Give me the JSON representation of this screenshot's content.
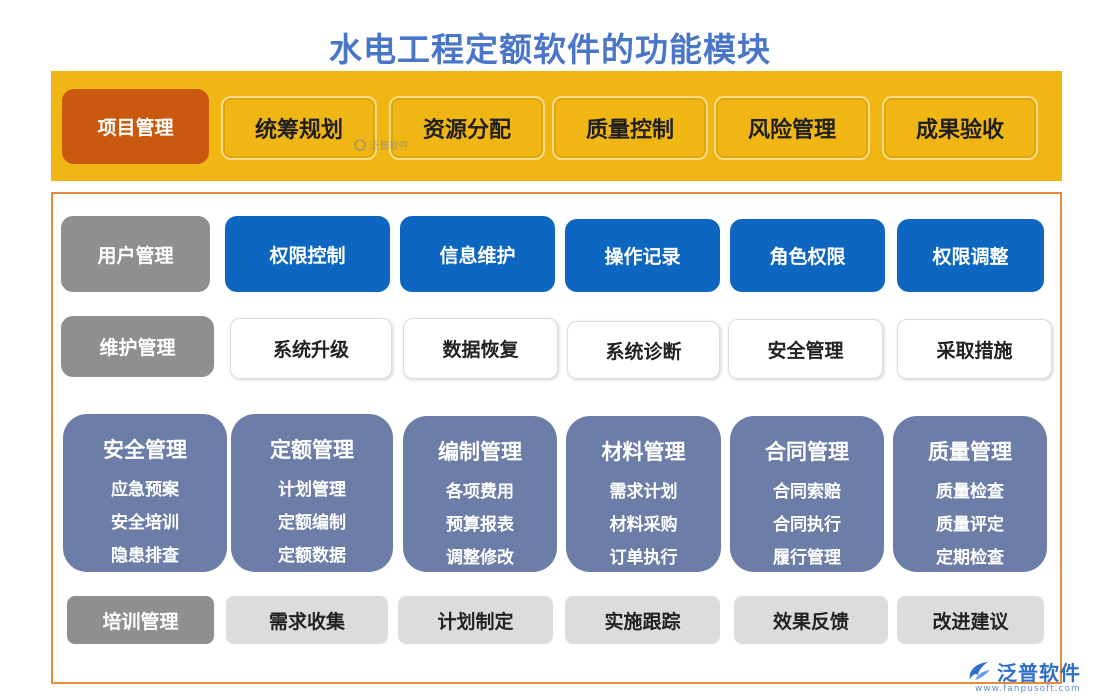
{
  "title": "水电工程定额软件的功能模块",
  "top": {
    "project": "项目管理",
    "items": [
      "统筹规划",
      "资源分配",
      "质量控制",
      "风险管理",
      "成果验收"
    ]
  },
  "user_row": {
    "head": "用户管理",
    "items": [
      "权限控制",
      "信息维护",
      "操作记录",
      "角色权限",
      "权限调整"
    ]
  },
  "maint_row": {
    "head": "维护管理",
    "items": [
      "系统升级",
      "数据恢复",
      "系统诊断",
      "安全管理",
      "采取措施"
    ]
  },
  "cards": [
    {
      "title": "安全管理",
      "items": [
        "应急预案",
        "安全培训",
        "隐患排查"
      ]
    },
    {
      "title": "定额管理",
      "items": [
        "计划管理",
        "定额编制",
        "定额数据"
      ]
    },
    {
      "title": "编制管理",
      "items": [
        "各项费用",
        "预算报表",
        "调整修改"
      ]
    },
    {
      "title": "材料管理",
      "items": [
        "需求计划",
        "材料采购",
        "订单执行"
      ]
    },
    {
      "title": "合同管理",
      "items": [
        "合同索赔",
        "合同执行",
        "履行管理"
      ]
    },
    {
      "title": "质量管理",
      "items": [
        "质量检查",
        "质量评定",
        "定期检查"
      ]
    }
  ],
  "train_row": {
    "head": "培训管理",
    "items": [
      "需求收集",
      "计划制定",
      "实施跟踪",
      "效果反馈",
      "改进建议"
    ]
  },
  "watermark": "泛普软件",
  "logo": {
    "text": "泛普软件",
    "url": "www.fanpusoft.com"
  },
  "colors": {
    "title": "#4a76c9",
    "top_band": "#f0b614",
    "project": "#c8590f",
    "frame": "#e88a3a",
    "gray": "#8f8f8f",
    "blue": "#0d67c0",
    "card": "#6c7ea8",
    "light_gray": "#dcdcdc"
  }
}
